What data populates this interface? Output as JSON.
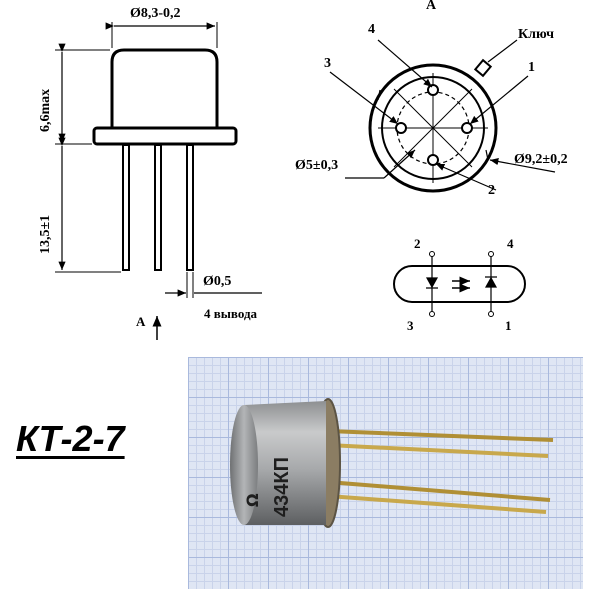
{
  "title": "КТ-2-7",
  "side_view": {
    "dim_diameter": "Ø8,3-0,2",
    "dim_height": "6,6max",
    "dim_lead_length": "13,5±1",
    "dim_lead_diameter": "Ø0,5",
    "leads_count": "4 вывода",
    "view_arrow_label": "A"
  },
  "top_view": {
    "view_label": "A",
    "key_label": "Ключ",
    "pin_labels": [
      "1",
      "2",
      "3",
      "4"
    ],
    "dim_pin_circle": "Ø5±0,3",
    "dim_body": "Ø9,2±0,2"
  },
  "schematic": {
    "pins_top": [
      "2",
      "4"
    ],
    "pins_bottom": [
      "3",
      "1"
    ]
  },
  "photo": {
    "marking_text": "434КП",
    "grid_color": "#a9b9dd"
  }
}
